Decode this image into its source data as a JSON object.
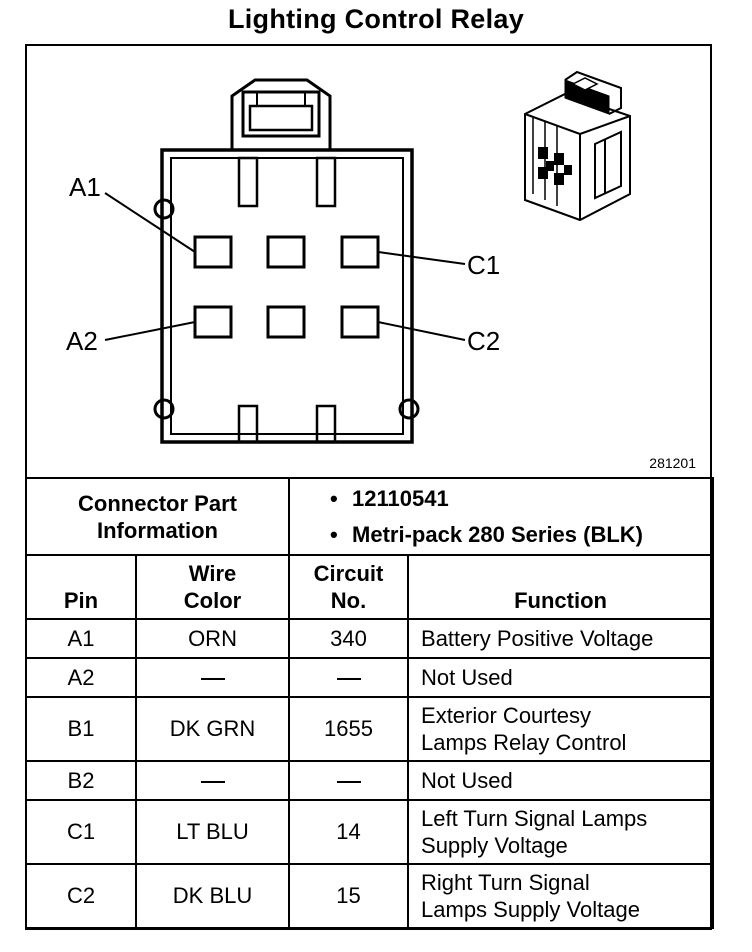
{
  "title": "Lighting Control Relay",
  "figure_code": "281201",
  "callouts": {
    "a1": "A1",
    "a2": "A2",
    "c1": "C1",
    "c2": "C2"
  },
  "connector_info": {
    "label_line1": "Connector Part",
    "label_line2": "Information",
    "part_number": "12110541",
    "series": "Metri-pack 280 Series (BLK)"
  },
  "table": {
    "headers": {
      "pin": "Pin",
      "wire_line1": "Wire",
      "wire_line2": "Color",
      "circuit_line1": "Circuit",
      "circuit_line2": "No.",
      "function": "Function"
    },
    "rows": [
      {
        "pin": "A1",
        "wire": "ORN",
        "circuit": "340",
        "function_l1": "Battery Positive Voltage",
        "function_l2": ""
      },
      {
        "pin": "A2",
        "wire": "",
        "circuit": "",
        "function_l1": "Not Used",
        "function_l2": ""
      },
      {
        "pin": "B1",
        "wire": "DK GRN",
        "circuit": "1655",
        "function_l1": "Exterior Courtesy",
        "function_l2": "Lamps Relay Control"
      },
      {
        "pin": "B2",
        "wire": "",
        "circuit": "",
        "function_l1": "Not Used",
        "function_l2": ""
      },
      {
        "pin": "C1",
        "wire": "LT BLU",
        "circuit": "14",
        "function_l1": "Left Turn Signal Lamps",
        "function_l2": "Supply Voltage"
      },
      {
        "pin": "C2",
        "wire": "DK BLU",
        "circuit": "15",
        "function_l1": "Right Turn Signal",
        "function_l2": "Lamps Supply Voltage"
      }
    ]
  }
}
